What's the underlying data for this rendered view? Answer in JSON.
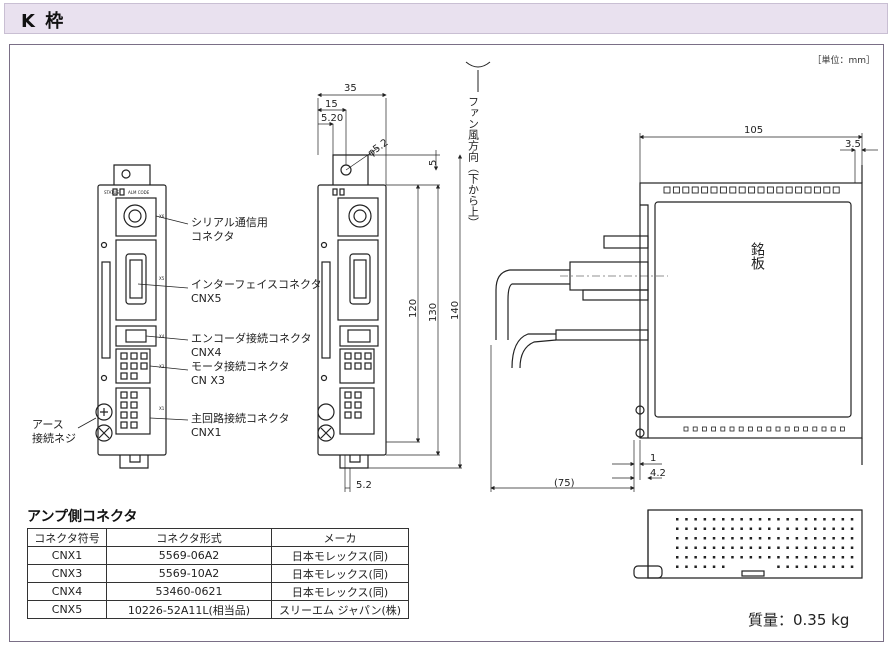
{
  "header": {
    "title": "K 枠"
  },
  "unit": "［単位：mm］",
  "front_view": {
    "callouts": {
      "serial_line1": "シリアル通信用",
      "serial_line2": "コネクタ",
      "interface_line1": "インターフェイスコネクタ",
      "interface_line2": "CNX5",
      "encoder_line1": "エンコーダ接続コネクタ",
      "encoder_line2": "CNX4",
      "motor_line1": "モータ接続コネクタ",
      "motor_line2": "CN X3",
      "main_line1": "主回路接続コネクタ",
      "main_line2": "CNX1",
      "earth_line1": "アース",
      "earth_line2": "接続ネジ"
    },
    "panel_labels": [
      "STATUS",
      "ALM CODE",
      "X6",
      "X5",
      "X4",
      "X3",
      "X1"
    ]
  },
  "side_view": {
    "dims": {
      "width": "35",
      "d15": "15",
      "d520": "5.20",
      "hole": "φ5.2",
      "d5": "5",
      "h120": "120",
      "h130": "130",
      "h140": "140",
      "bottom": "5.2"
    },
    "airflow": "ファン風方向（下から上）"
  },
  "depth_view": {
    "dims": {
      "depth": "105",
      "d35": "3.5",
      "d1": "1",
      "d42": "4.2",
      "d75": "(75)"
    },
    "nameplate": "銘板"
  },
  "connector_table": {
    "title": "アンプ側コネクタ",
    "headers": [
      "コネクタ符号",
      "コネクタ形式",
      "メーカ"
    ],
    "rows": [
      [
        "CNX1",
        "5569-06A2",
        "日本モレックス(同)"
      ],
      [
        "CNX3",
        "5569-10A2",
        "日本モレックス(同)"
      ],
      [
        "CNX4",
        "53460-0621",
        "日本モレックス(同)"
      ],
      [
        "CNX5",
        "10226-52A11L(相当品)",
        "スリーエム ジャパン(株)"
      ]
    ]
  },
  "mass": "質量：0.35 kg",
  "colors": {
    "header_bg": "#e9e1ef",
    "frame_border": "#7a6f86"
  }
}
